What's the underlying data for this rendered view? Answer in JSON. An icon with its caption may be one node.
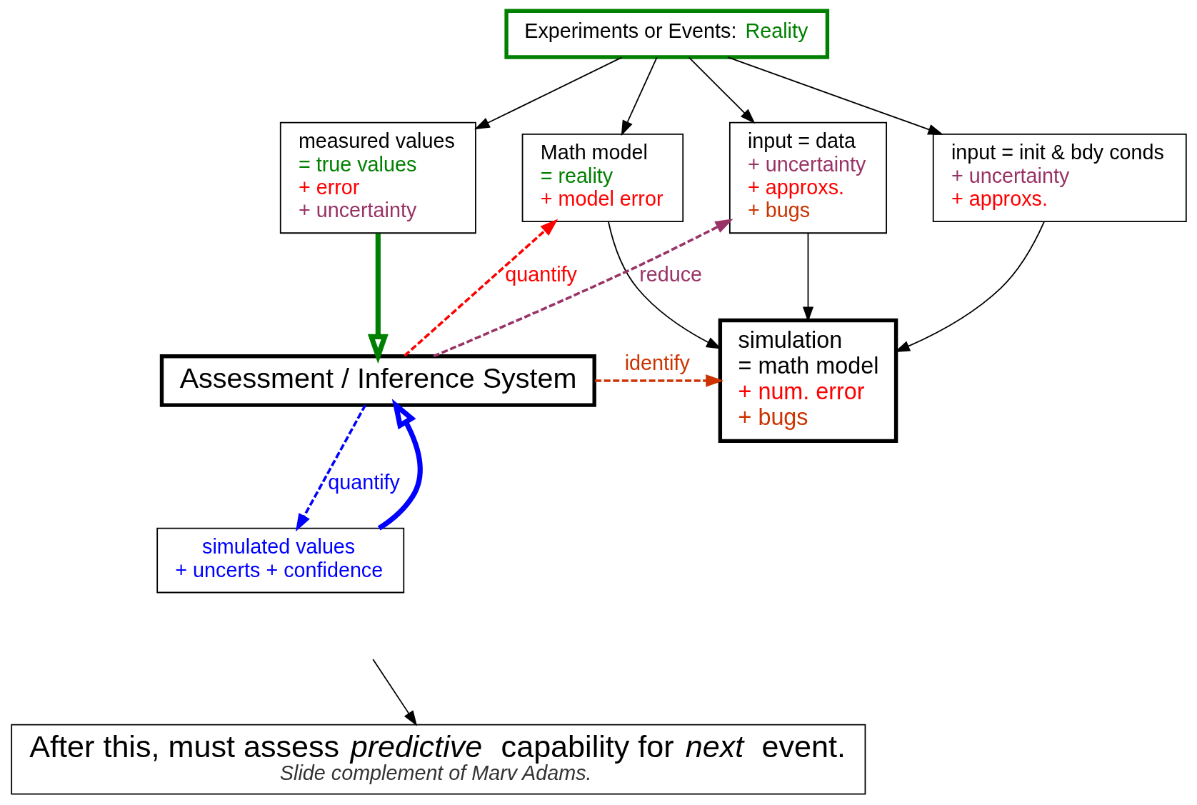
{
  "diagram": {
    "nodes": [
      {
        "text": [
          "Experiments or Events:",
          "Reality"
        ]
      },
      {
        "text": [
          "measured values",
          "= true values",
          "+ error",
          "+ uncertainty"
        ]
      },
      {
        "text": [
          "Math model",
          "= reality",
          "+ model error"
        ]
      },
      {
        "text": [
          "input = data",
          "+ uncertainty",
          "+ approxs.",
          "+ bugs"
        ]
      },
      {
        "text": [
          "input = init & bdy conds",
          "+ uncertainty",
          "+ approxs."
        ]
      },
      {
        "text": [
          "simulation",
          "= math model",
          "+ num. error",
          "+ bugs"
        ]
      },
      {
        "text": [
          "Assessment / Inference System"
        ]
      },
      {
        "text": [
          "simulated values",
          "+ uncerts + confidence"
        ]
      },
      {
        "text": [
          "After this, must assess *predictive* capability for *next* event.",
          "Slide complement of Marv Adams."
        ]
      }
    ],
    "edges": [
      {
        "from": 0,
        "to": 1,
        "arrow": "to"
      },
      {
        "from": 0,
        "to": 2,
        "arrow": "to"
      },
      {
        "from": 0,
        "to": 3,
        "arrow": "to"
      },
      {
        "from": 0,
        "to": 4,
        "arrow": "to"
      },
      {
        "from": 2,
        "to": 5,
        "arrow": "to"
      },
      {
        "from": 3,
        "to": 5,
        "arrow": "to"
      },
      {
        "from": 4,
        "to": 5,
        "arrow": "to"
      },
      {
        "from": 1,
        "to": 6,
        "arrow": "to",
        "style": "thick",
        "color": "#008000"
      },
      {
        "from": 6,
        "to": 2,
        "arrow": "to",
        "label": "quantify",
        "style": "dashed",
        "color": "#ff0000"
      },
      {
        "from": 6,
        "to": 3,
        "arrow": "to",
        "label": "reduce",
        "style": "dashed",
        "color": "#993366"
      },
      {
        "from": 6,
        "to": 5,
        "arrow": "to",
        "label": "identify",
        "style": "dashed",
        "color": "#cc3300"
      },
      {
        "from": 6,
        "to": 7,
        "arrow": "to",
        "label": "quantify",
        "style": "dashed",
        "color": "#0000ff"
      },
      {
        "from": 7,
        "to": 6,
        "arrow": "to",
        "style": "thick",
        "color": "#0000ff"
      },
      {
        "from": null,
        "to": 8,
        "arrow": "to"
      }
    ]
  }
}
